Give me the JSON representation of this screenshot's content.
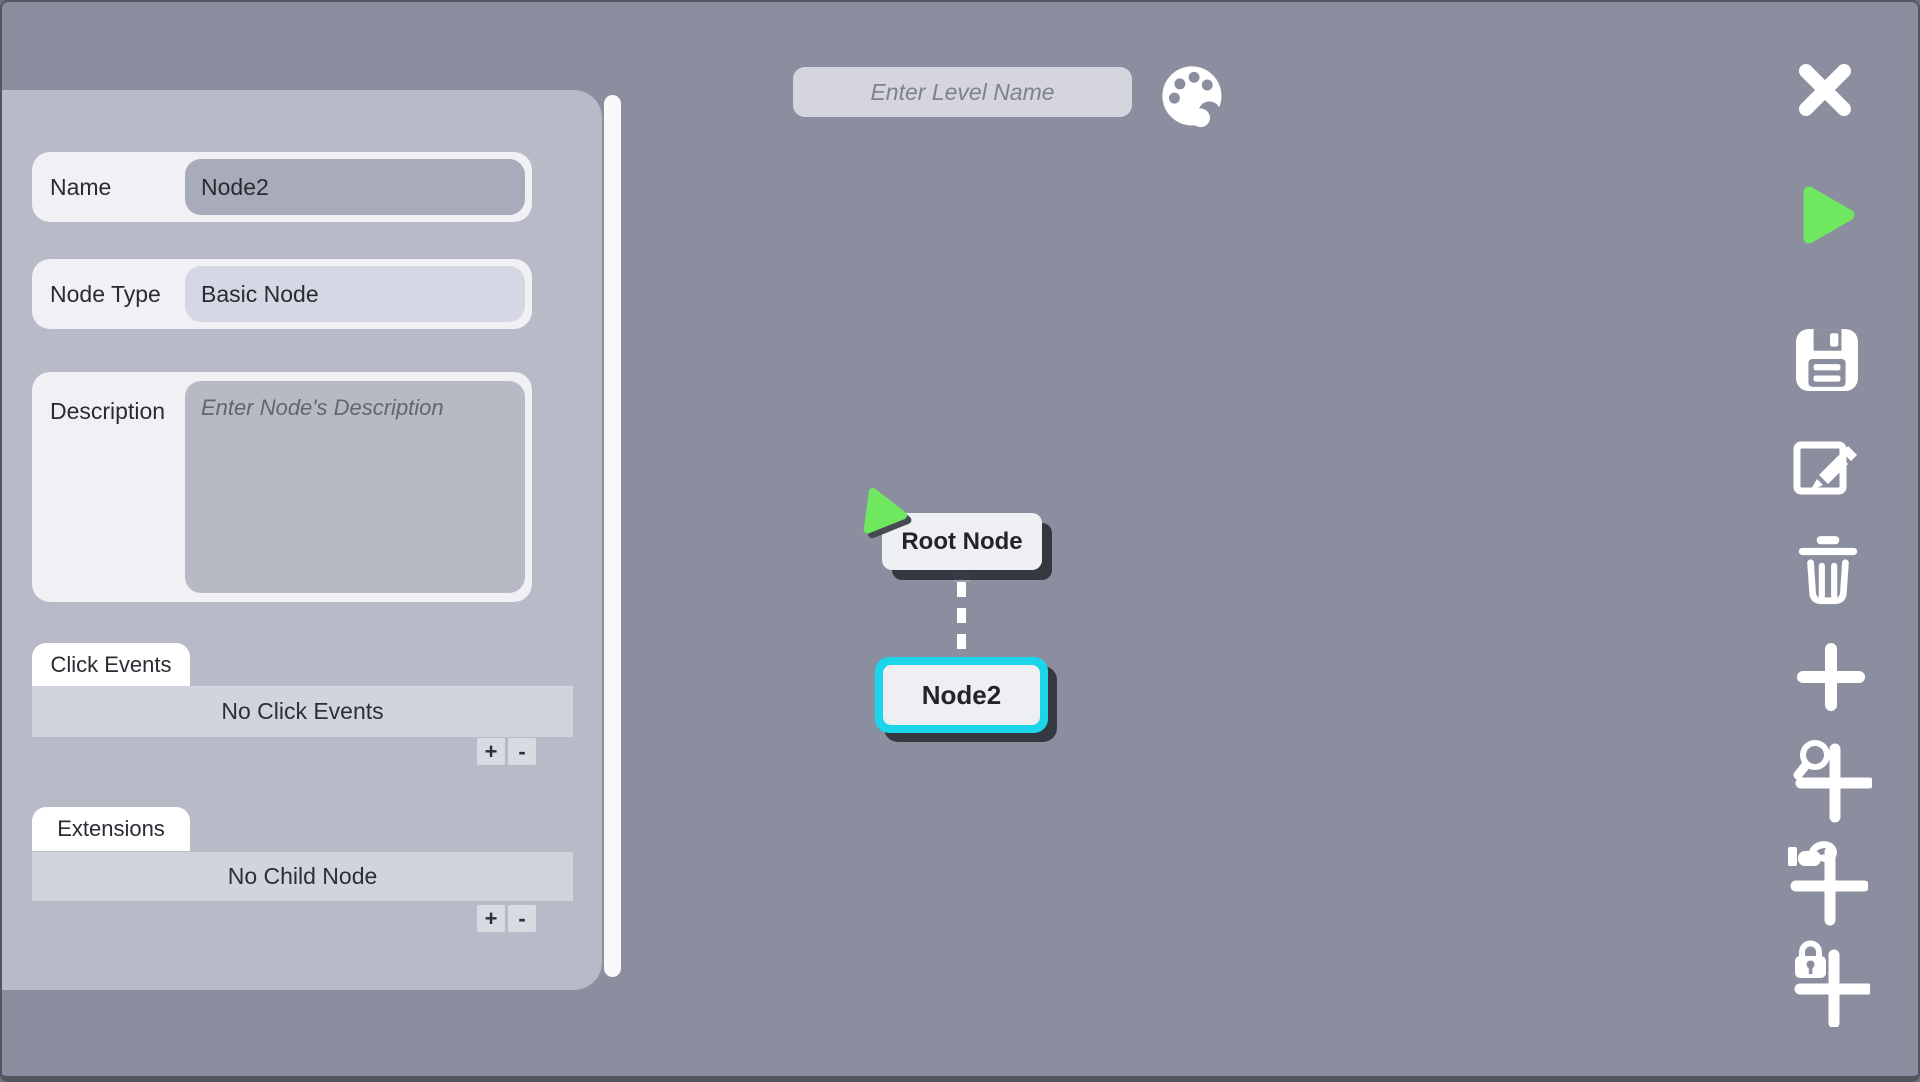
{
  "level_bar": {
    "name_placeholder": "Enter Level Name",
    "palette_icon": "palette-icon"
  },
  "inspector": {
    "name": {
      "label": "Name",
      "value": "Node2"
    },
    "node_type": {
      "label": "Node Type",
      "value": "Basic Node"
    },
    "description": {
      "label": "Description",
      "placeholder": "Enter Node's Description"
    },
    "click_events": {
      "tab_label": "Click Events",
      "empty_text": "No Click Events",
      "add_label": "+",
      "remove_label": "-"
    },
    "extensions": {
      "tab_label": "Extensions",
      "empty_text": "No Child Node",
      "add_label": "+",
      "remove_label": "-"
    }
  },
  "graph": {
    "nodes": [
      {
        "label": "Root Node",
        "type": "root",
        "has_play_marker": true,
        "selected": false
      },
      {
        "label": "Node2",
        "type": "basic",
        "selected": true,
        "selection_color": "#1bd5e8"
      }
    ],
    "edges": [
      {
        "from": "Root Node",
        "to": "Node2",
        "style": "dashed"
      }
    ]
  },
  "toolbar": {
    "buttons": [
      {
        "name": "close",
        "icon": "close-icon"
      },
      {
        "name": "run",
        "icon": "play-icon"
      },
      {
        "name": "save",
        "icon": "save-icon"
      },
      {
        "name": "edit",
        "icon": "edit-icon"
      },
      {
        "name": "delete",
        "icon": "trash-icon"
      },
      {
        "name": "add-node",
        "icon": "plus-icon"
      },
      {
        "name": "add-zoom-node",
        "icon": "magnifier-plus-icon"
      },
      {
        "name": "add-drag-node",
        "icon": "hand-plus-icon"
      },
      {
        "name": "add-lock-node",
        "icon": "lock-plus-icon"
      }
    ]
  },
  "colors": {
    "canvas_bg": "#8b8e9e",
    "panel_bg": "#b8bac7",
    "card_bg": "#f0f0f5",
    "field_dark": "#a8abba",
    "field_light": "#d5d7e4",
    "list_bg": "#d1d3dd",
    "selection_cyan": "#1bd5e8",
    "play_green": "#6fe85f",
    "node_fill": "#edeff3",
    "node_shadow": "#3b3d45",
    "icon_white": "#ffffff"
  }
}
